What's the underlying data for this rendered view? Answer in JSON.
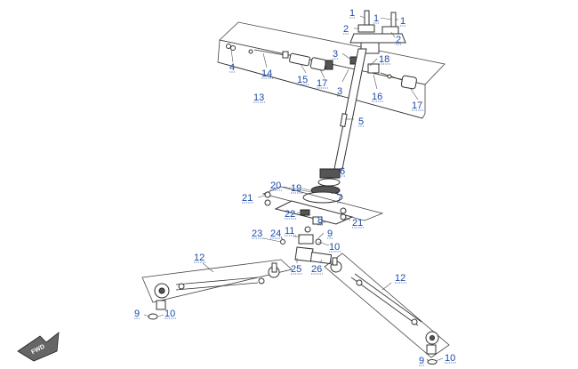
{
  "diagram": {
    "direction_badge": "FWD",
    "callouts": [
      {
        "id": "c1a",
        "label": "1"
      },
      {
        "id": "c1b",
        "label": "1"
      },
      {
        "id": "c1c",
        "label": "1"
      },
      {
        "id": "c2a",
        "label": "2"
      },
      {
        "id": "c2b",
        "label": "2"
      },
      {
        "id": "c3a",
        "label": "3"
      },
      {
        "id": "c3b",
        "label": "3"
      },
      {
        "id": "c4",
        "label": "4"
      },
      {
        "id": "c5",
        "label": "5"
      },
      {
        "id": "c6",
        "label": "6"
      },
      {
        "id": "c7",
        "label": "7"
      },
      {
        "id": "c8",
        "label": "8"
      },
      {
        "id": "c9a",
        "label": "9"
      },
      {
        "id": "c9b",
        "label": "9"
      },
      {
        "id": "c9c",
        "label": "9"
      },
      {
        "id": "c10a",
        "label": "10"
      },
      {
        "id": "c10b",
        "label": "10"
      },
      {
        "id": "c10c",
        "label": "10"
      },
      {
        "id": "c11",
        "label": "11"
      },
      {
        "id": "c12a",
        "label": "12"
      },
      {
        "id": "c12b",
        "label": "12"
      },
      {
        "id": "c13",
        "label": "13"
      },
      {
        "id": "c14",
        "label": "14"
      },
      {
        "id": "c15",
        "label": "15"
      },
      {
        "id": "c16",
        "label": "16"
      },
      {
        "id": "c17a",
        "label": "17"
      },
      {
        "id": "c17b",
        "label": "17"
      },
      {
        "id": "c18",
        "label": "18"
      },
      {
        "id": "c19",
        "label": "19"
      },
      {
        "id": "c20",
        "label": "20"
      },
      {
        "id": "c21a",
        "label": "21"
      },
      {
        "id": "c21b",
        "label": "21"
      },
      {
        "id": "c22",
        "label": "22"
      },
      {
        "id": "c23",
        "label": "23"
      },
      {
        "id": "c24",
        "label": "24"
      },
      {
        "id": "c25",
        "label": "25"
      },
      {
        "id": "c26",
        "label": "26"
      }
    ]
  }
}
